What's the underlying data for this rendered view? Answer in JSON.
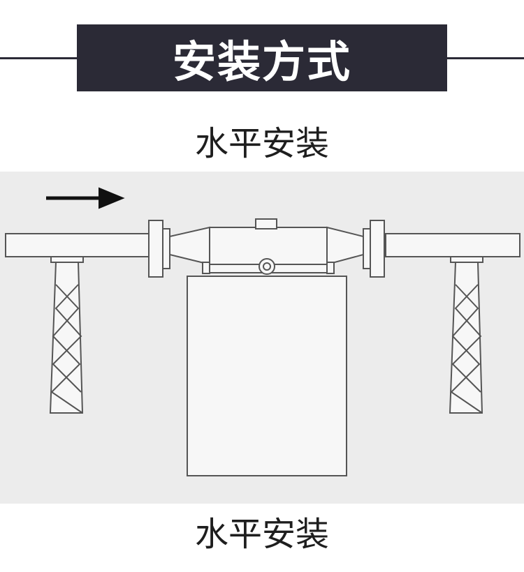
{
  "header": {
    "title": "安装方式"
  },
  "captions": {
    "top": "水平安装",
    "bottom": "水平安装"
  },
  "diagram": {
    "flow_direction": "left-to-right",
    "colors": {
      "banner": "#2b2a36",
      "panel": "#ececec",
      "stroke": "#555555",
      "fill": "#f7f7f7"
    }
  }
}
